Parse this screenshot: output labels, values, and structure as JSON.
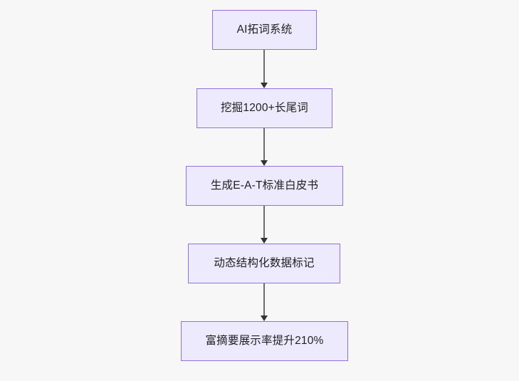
{
  "diagram": {
    "type": "flowchart",
    "orientation": "top-to-bottom",
    "background_color": "#f7f7f7",
    "node_fill_color": "#eceafc",
    "node_border_color": "#9370db",
    "node_text_color": "#1f1f1f",
    "edge_line_color": "#6b6b6b",
    "edge_arrow_color": "#333333",
    "nodes": [
      {
        "id": "n1",
        "label": "AI拓词系统"
      },
      {
        "id": "n2",
        "label": "挖掘1200+长尾词"
      },
      {
        "id": "n3",
        "label": "生成E-A-T标准白皮书"
      },
      {
        "id": "n4",
        "label": "动态结构化数据标记"
      },
      {
        "id": "n5",
        "label": "富摘要展示率提升210%"
      }
    ],
    "edges": [
      {
        "from": "n1",
        "to": "n2",
        "label": ""
      },
      {
        "from": "n2",
        "to": "n3",
        "label": ""
      },
      {
        "from": "n3",
        "to": "n4",
        "label": ""
      },
      {
        "from": "n4",
        "to": "n5",
        "label": ""
      }
    ]
  }
}
